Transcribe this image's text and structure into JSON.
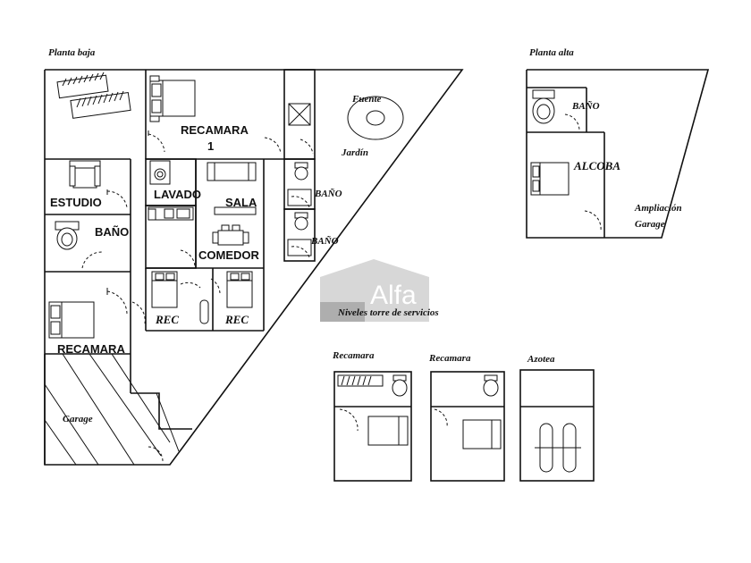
{
  "titles": {
    "planta_baja": "Planta baja",
    "planta_alta": "Planta alta",
    "niveles": "Niveles torre de servicios"
  },
  "rooms": {
    "recamara1_a": "RECAMARA",
    "recamara1_b": "1",
    "estudio": "ESTUDIO",
    "bano_pb": "BAÑO",
    "lavado": "LAVADO",
    "sala": "SALA",
    "comedor": "COMEDOR",
    "rec_1": "REC",
    "rec_2": "REC",
    "recamara": "RECAMARA",
    "garage": "Garage",
    "fuente": "Fuente",
    "jardin": "Jardín",
    "bano_torre_1": "BAÑO",
    "bano_torre_2": "BAÑO",
    "bano_alta": "BAÑO",
    "alcoba": "ALCOBA",
    "ampliacion_a": "Ampliación",
    "ampliacion_b": "Garage"
  },
  "levels": {
    "recamara_1": "Recamara",
    "recamara_2": "Recamara",
    "azotea": "Azotea"
  },
  "watermark": "Alfa"
}
